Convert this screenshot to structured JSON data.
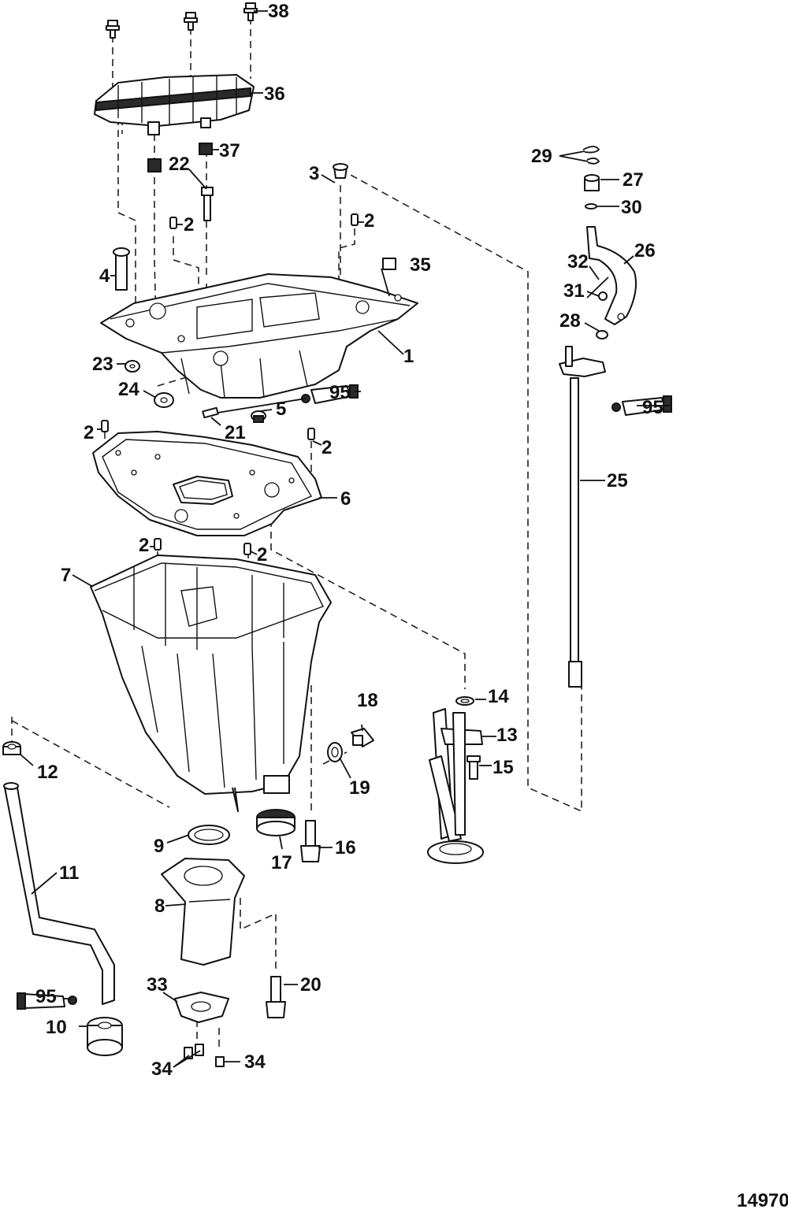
{
  "figure_id": "14970",
  "callouts": {
    "c1": "1",
    "c2a": "2",
    "c2b": "2",
    "c2c": "2",
    "c2d": "2",
    "c2e": "2",
    "c2f": "2",
    "c3": "3",
    "c4": "4",
    "c5": "5",
    "c6": "6",
    "c7": "7",
    "c8": "8",
    "c9": "9",
    "c10": "10",
    "c11": "11",
    "c12": "12",
    "c13": "13",
    "c14": "14",
    "c15": "15",
    "c16": "16",
    "c17": "17",
    "c18": "18",
    "c19": "19",
    "c20": "20",
    "c21": "21",
    "c22": "22",
    "c23": "23",
    "c24": "24",
    "c25": "25",
    "c26": "26",
    "c27": "27",
    "c28": "28",
    "c29": "29",
    "c30": "30",
    "c31": "31",
    "c32": "32",
    "c33": "33",
    "c34a": "34",
    "c34b": "34",
    "c35": "35",
    "c36": "36",
    "c37": "37",
    "c38": "38",
    "c95a": "95",
    "c95b": "95",
    "c95c": "95"
  }
}
